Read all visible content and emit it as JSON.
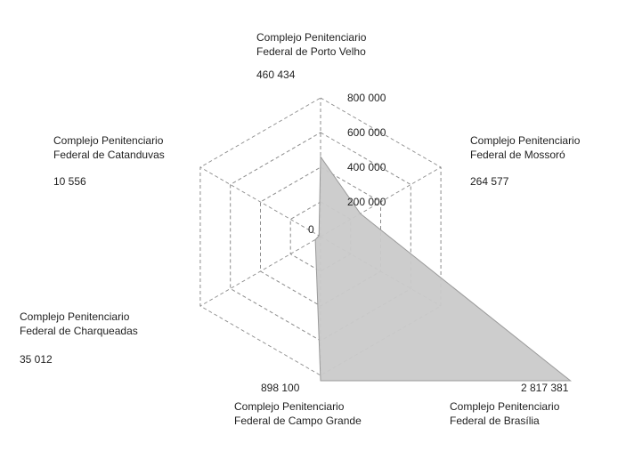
{
  "chart_data": {
    "type": "radar",
    "title": "",
    "max": 800000,
    "tick_step": 200000,
    "grid": "dashed",
    "legend": "none",
    "ticks": [
      {
        "label": "800 000",
        "fraction": 1.0
      },
      {
        "label": "600 000",
        "fraction": 0.75
      },
      {
        "label": "400 000",
        "fraction": 0.5
      },
      {
        "label": "200 000",
        "fraction": 0.25
      },
      {
        "label": "0",
        "fraction": 0.0
      }
    ],
    "axes": [
      {
        "name_lines": [
          "Complejo Penitenciario",
          "Federal de Porto Velho"
        ],
        "value": 460434,
        "value_label": "460 434"
      },
      {
        "name_lines": [
          "Complejo Penitenciario",
          "Federal de Mossoró"
        ],
        "value": 264577,
        "value_label": "264 577"
      },
      {
        "name_lines": [
          "Complejo Penitenciario",
          "Federal de Brasília"
        ],
        "value": 2817381,
        "value_label": "2 817 381"
      },
      {
        "name_lines": [
          "Complejo Penitenciario",
          "Federal de Campo Grande"
        ],
        "value": 898100,
        "value_label": "898 100"
      },
      {
        "name_lines": [
          "Complejo Penitenciario",
          "Federal de Charqueadas"
        ],
        "value": 35012,
        "value_label": "35 012"
      },
      {
        "name_lines": [
          "Complejo Penitenciario",
          "Federal de Catanduvas"
        ],
        "value": 10556,
        "value_label": "10 556"
      }
    ],
    "colors": {
      "fill": "#cacaca",
      "stroke": "#9a9a9a",
      "grid": "#8c8c8c",
      "text": "#1f1f1f",
      "background": "#ffffff"
    }
  }
}
